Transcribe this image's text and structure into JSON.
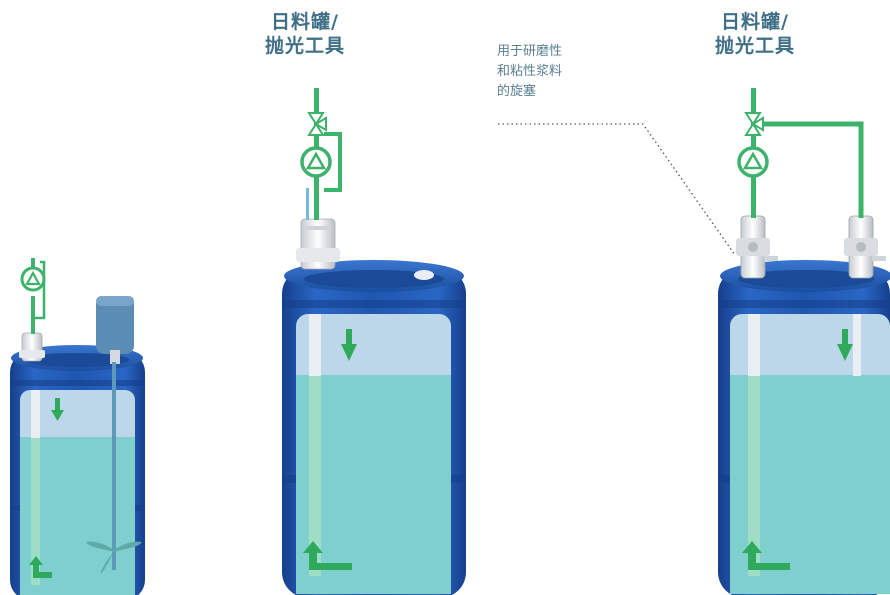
{
  "labels": {
    "center_title": [
      "日料罐/",
      "抛光工具"
    ],
    "right_title": [
      "日料罐/",
      "抛光工具"
    ],
    "valve_note": [
      "用于研磨性",
      "和粘性浆料",
      "的旋塞"
    ]
  },
  "colors": {
    "barrel_blue": "#1f57b0",
    "liquid": "#7fcfcf",
    "headspace": "#bcd7ea",
    "pipe_green": "#3cb26a",
    "title_text": "#3f6f86",
    "note_text": "#5b7f90"
  },
  "icons": [
    "pump-icon",
    "valve-icon",
    "arrow-down-icon",
    "arrow-up-left-icon",
    "agitator-icon"
  ]
}
